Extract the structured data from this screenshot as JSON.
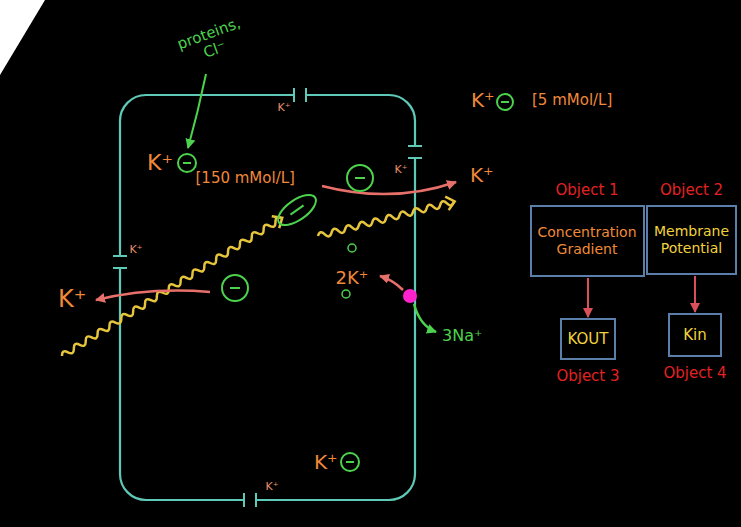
{
  "diagram": {
    "nodes": [
      {
        "text": [
          "Object 1",
          "Concentration Gradient"
        ]
      },
      {
        "text": [
          "Object 2",
          "Membrane Potential"
        ]
      },
      {
        "text": [
          "KOUT",
          "Object 3"
        ]
      },
      {
        "text": [
          "Kin",
          "Object 4"
        ]
      }
    ],
    "edges": [
      {
        "from": 0,
        "to": 2,
        "arrow": "to"
      },
      {
        "from": 1,
        "to": 3,
        "arrow": "to"
      }
    ],
    "labels": [
      "proteins, Cl⁻",
      "K⁺",
      "K⁺",
      "[150 mMol/L]",
      "K⁺",
      "[5 mMol/L]",
      "K⁺",
      "K⁺",
      "K⁺",
      "K⁺",
      "2K⁺",
      "3Na⁺",
      "K⁺",
      "K⁺"
    ]
  }
}
